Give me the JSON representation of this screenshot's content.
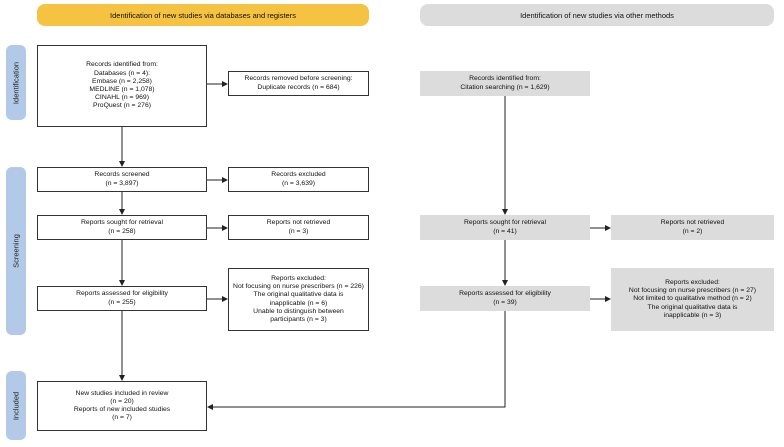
{
  "headers": {
    "databases": "Identification of new studies via databases and registers",
    "other": "Identification of new studies via other methods"
  },
  "phases": {
    "identification": "Identification",
    "screening": "Screening",
    "included": "Included"
  },
  "boxes": {
    "records_identified": [
      "Records identified from:",
      "Databases (n = 4):",
      "Embase (n = 2,258)",
      "MEDLINE (n = 1,078)",
      "CINAHL (n = 969)",
      "ProQuest (n = 276)"
    ],
    "records_removed": [
      "Records removed before screening:",
      "Duplicate records (n = 684)"
    ],
    "records_screened": [
      "Records screened",
      "(n = 3,897)"
    ],
    "records_excluded": [
      "Records excluded",
      "(n = 3,639)"
    ],
    "reports_sought": [
      "Reports sought for retrieval",
      "(n = 258)"
    ],
    "reports_not_retrieved": [
      "Reports not retrieved",
      "(n = 3)"
    ],
    "reports_assessed": [
      "Reports assessed for eligibility",
      "(n = 255)"
    ],
    "reports_excluded": [
      "Reports excluded:",
      "Not focusing on nurse prescribers (n = 226)",
      "The original qualitative data is",
      "inapplicable (n = 6)",
      "Unable to distinguish between",
      "participants (n = 3)"
    ],
    "included": [
      "New studies included in review",
      "(n = 20)",
      "Reports of new included studies",
      "(n = 7)"
    ],
    "other_identified": [
      "Records identified from:",
      "Citation searching (n = 1,629)"
    ],
    "other_sought": [
      "Reports sought for retrieval",
      "(n = 41)"
    ],
    "other_not_retrieved": [
      "Reports not retrieved",
      "(n = 2)"
    ],
    "other_assessed": [
      "Reports assessed for eligibility",
      "(n = 39)"
    ],
    "other_excluded": [
      "Reports excluded:",
      "Not focusing on nurse prescribers (n = 27)",
      "Not limited to qualitative method (n = 2)",
      "The original qualitative data is",
      "inapplicable (n = 3)"
    ]
  },
  "colors": {
    "databases_header": "#f5c242",
    "other_header": "#dcdcdc",
    "phase_label": "#b3c9e8",
    "other_box": "#dcdcdc"
  }
}
